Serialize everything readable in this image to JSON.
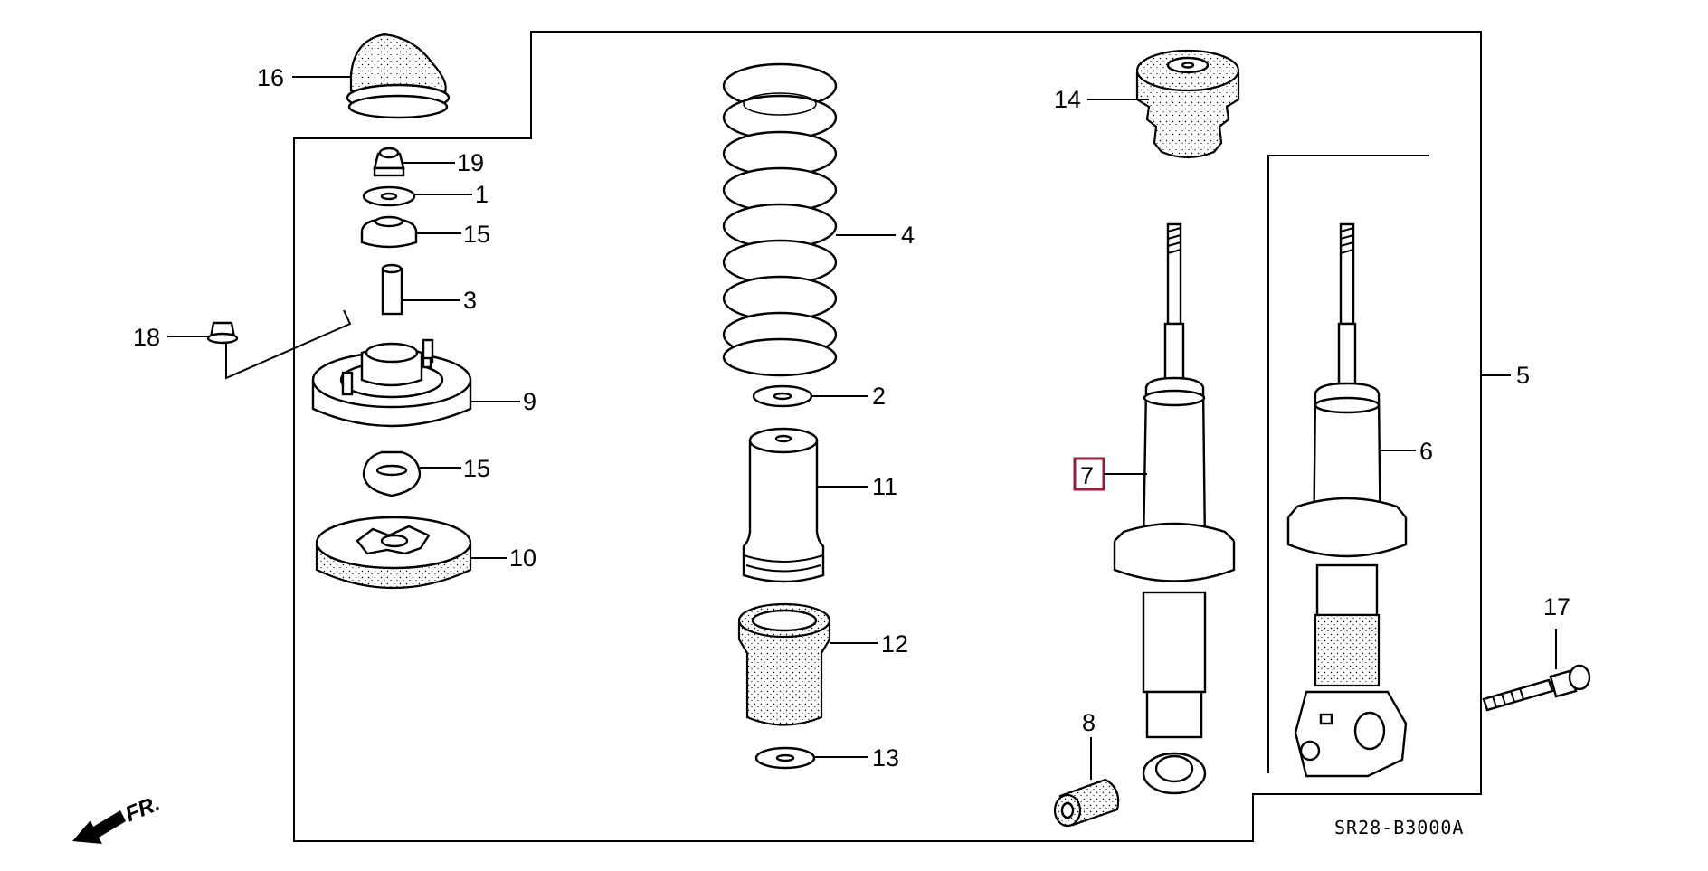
{
  "diagram": {
    "code": "SR28-B3000A",
    "front_label": "FR.",
    "highlight_color": "#9a1b3a",
    "callouts": {
      "c1": "1",
      "c2": "2",
      "c3": "3",
      "c4": "4",
      "c5": "5",
      "c6": "6",
      "c7": "7",
      "c8": "8",
      "c9": "9",
      "c10": "10",
      "c11": "11",
      "c12": "12",
      "c13": "13",
      "c14": "14",
      "c15a": "15",
      "c15b": "15",
      "c16": "16",
      "c17": "17",
      "c18": "18",
      "c19": "19"
    },
    "highlighted": "7"
  }
}
